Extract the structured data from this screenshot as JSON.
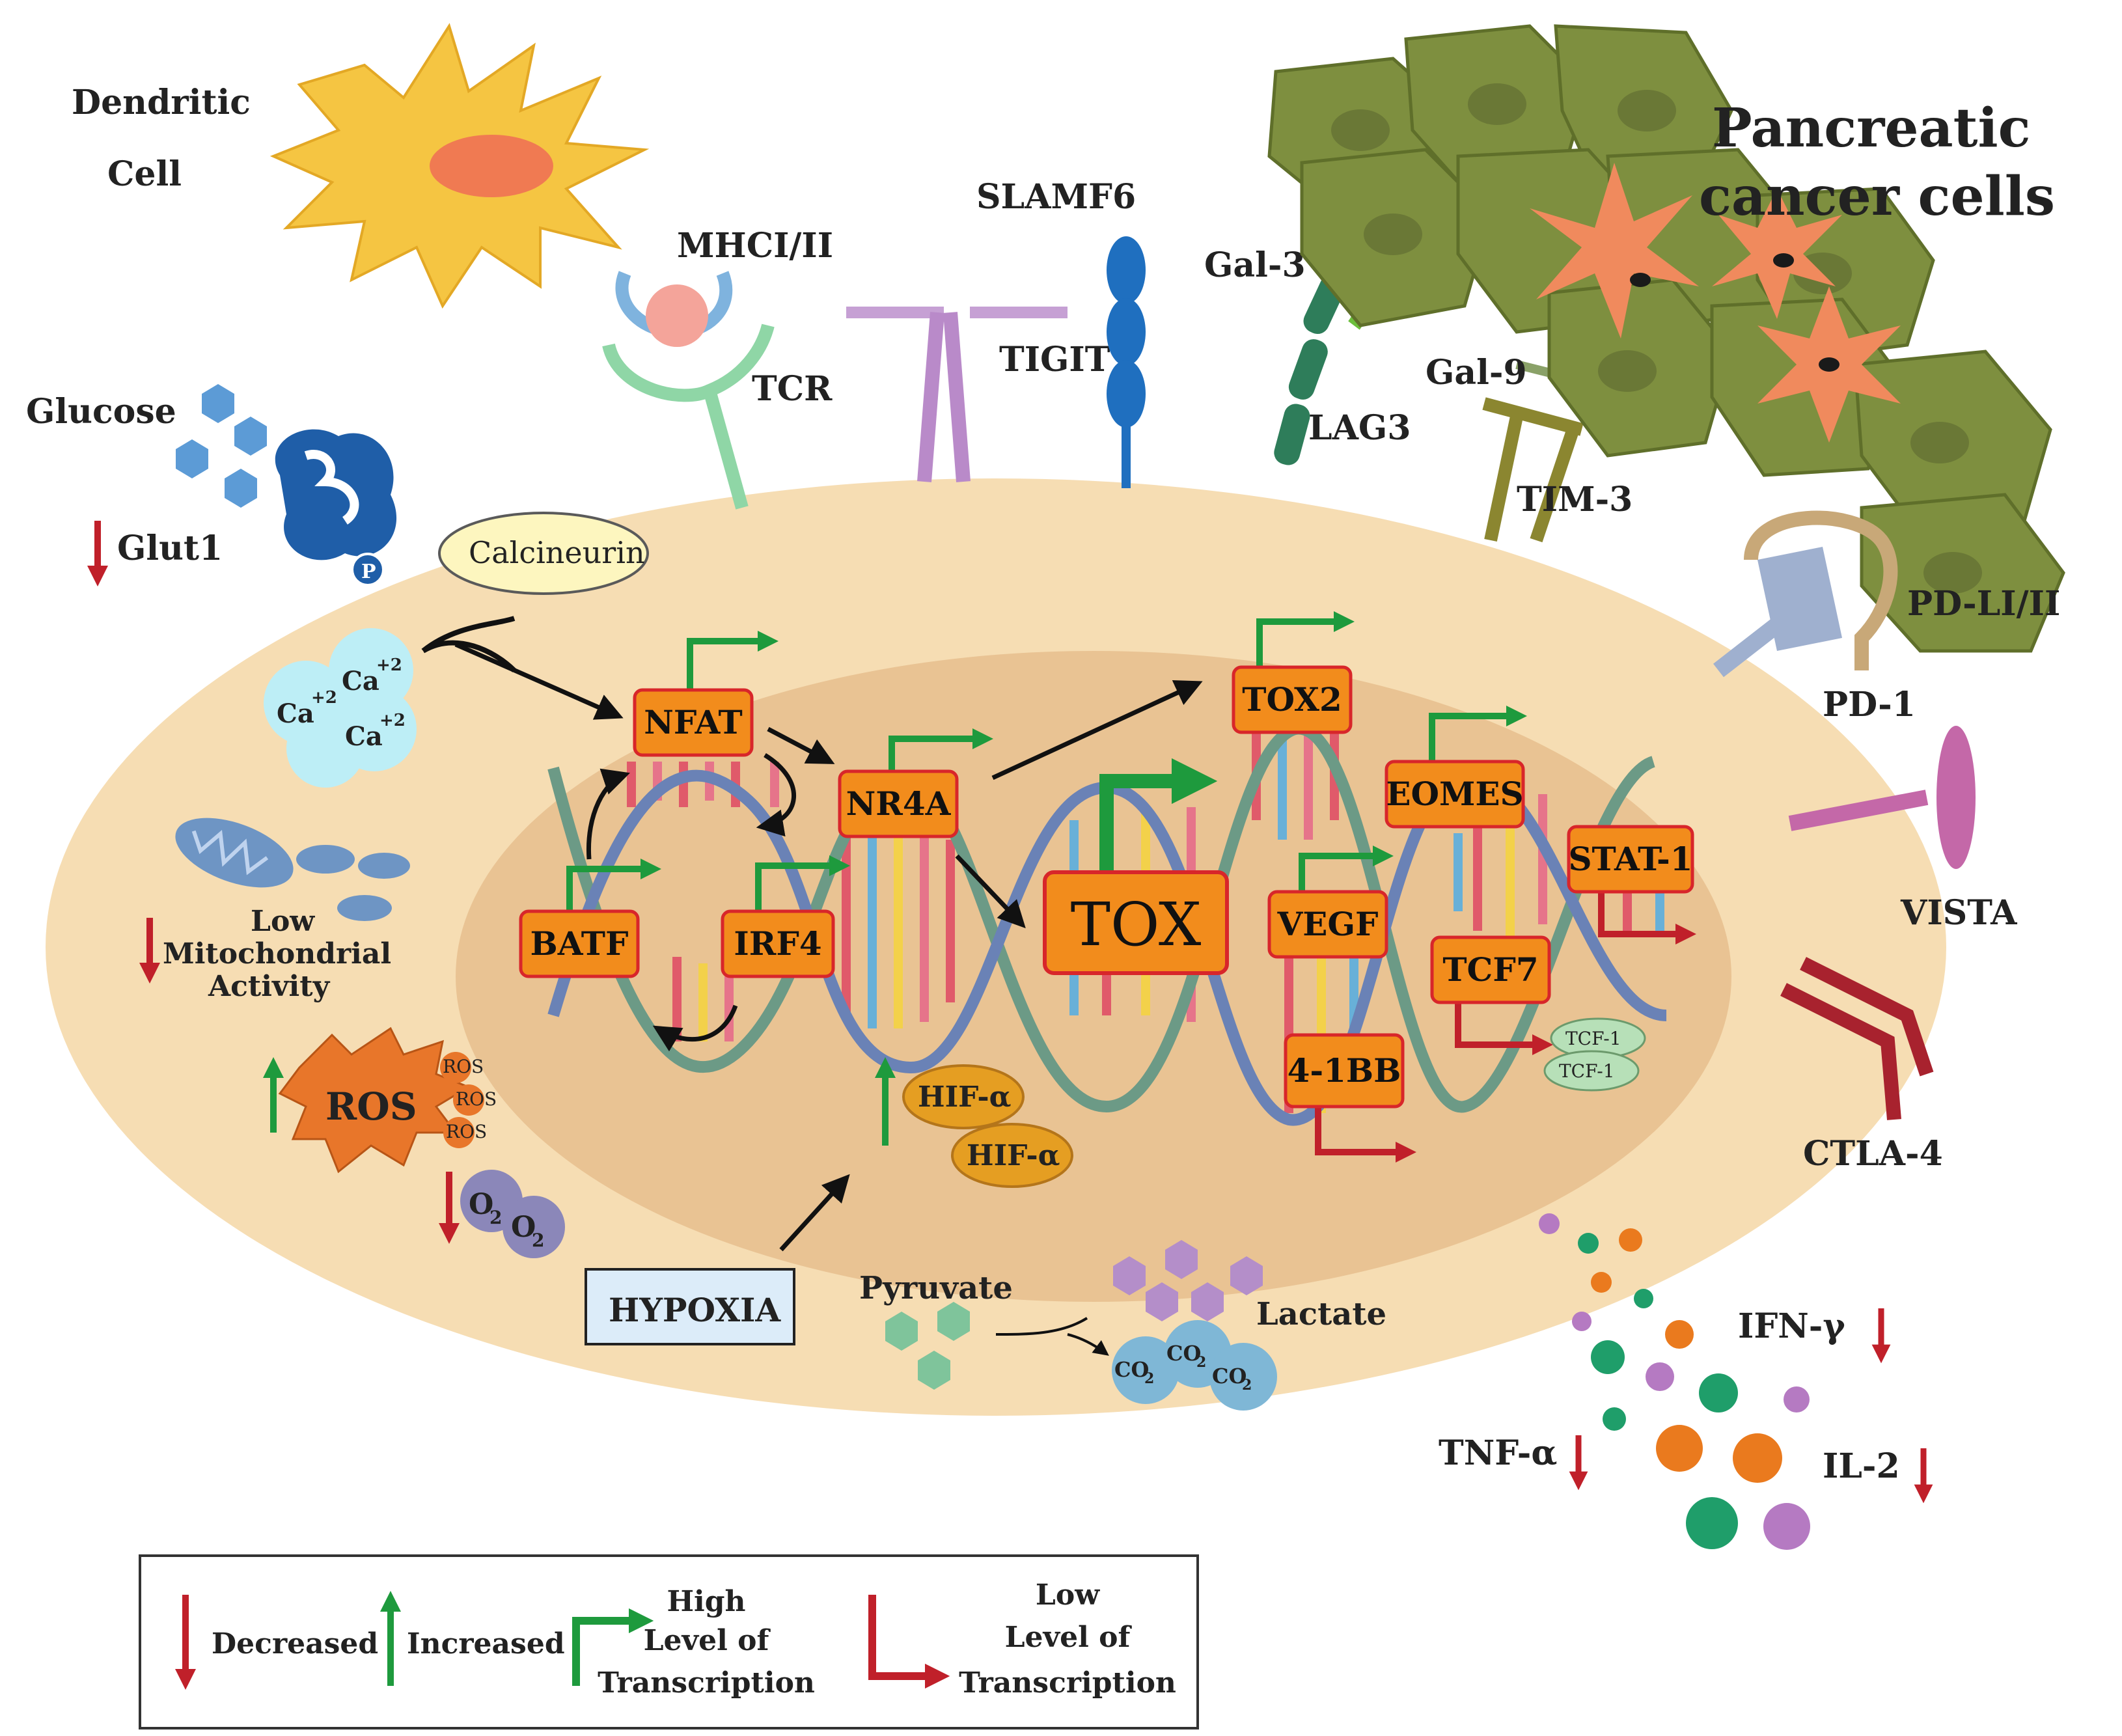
{
  "labels": {
    "dendritic_line1": "Dendritic",
    "dendritic_line2": "Cell",
    "cancer_line1": "Pancreatic",
    "cancer_line2": "cancer cells",
    "mhc": "MHCI/II",
    "tcr": "TCR",
    "slamf6": "SLAMF6",
    "tigit": "TIGIT",
    "gal3": "Gal-3",
    "lag3": "LAG3",
    "gal9": "Gal-9",
    "tim3": "TIM-3",
    "pdl": "PD-LI/II",
    "pd1": "PD-1",
    "vista": "VISTA",
    "ctla4": "CTLA-4",
    "glucose": "Glucose",
    "glut1": "Glut1",
    "phospho": "P",
    "calcineurin": "Calcineurin",
    "ca": "Ca",
    "ca_charge": "+2",
    "low_mito_1": "Low",
    "low_mito_2": "Mitochondrial",
    "low_mito_3": "Activity",
    "ros": "ROS",
    "ros_small": "ROS",
    "o2": "O",
    "o2_sub": "2",
    "hypoxia": "HYPOXIA",
    "hif": "HIF-α",
    "pyruvate": "Pyruvate",
    "lactate": "Lactate",
    "co2": "CO",
    "co2_sub": "2",
    "ifn": "IFN-γ",
    "tnf": "TNF-α",
    "il2": "IL-2",
    "tcf1": "TCF-1"
  },
  "transcription_factors": {
    "nfat": "NFAT",
    "nr4a": "NR4A",
    "batf": "BATF",
    "irf4": "IRF4",
    "tox": "TOX",
    "tox2": "TOX2",
    "eomes": "EOMES",
    "vegf": "VEGF",
    "stat1": "STAT-1",
    "tcf7": "TCF7",
    "fourbb": "4-1BB"
  },
  "legend": {
    "decreased": "Decreased",
    "increased": "Increased",
    "high_1": "High",
    "high_2": "Level of",
    "high_3": "Transcription",
    "low_1": "Low",
    "low_2": "Level of",
    "low_3": "Transcription"
  },
  "colors": {
    "cell_outer": "#f6ddb3",
    "nucleus": "#e9c393",
    "tf_box": "#f28c1c",
    "tf_border": "#d8262a",
    "increase_arrow": "#1e9a3d",
    "decrease_arrow": "#c0202a",
    "cancer_cell": "#7e8f3f"
  }
}
